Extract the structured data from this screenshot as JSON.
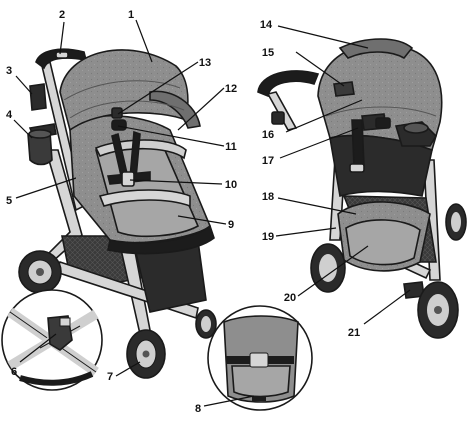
{
  "colors": {
    "fabric": "#8e8e8e",
    "fabric_dark": "#6f6f6f",
    "fabric_light": "#a9a9a9",
    "frame": "#d6d6d6",
    "black": "#1c1c1c",
    "tire": "#2a2a2a",
    "hub": "#cfcfcf"
  },
  "callouts": [
    {
      "id": "c1",
      "number": "1"
    },
    {
      "id": "c2",
      "number": "2"
    },
    {
      "id": "c3",
      "number": "3"
    },
    {
      "id": "c4",
      "number": "4"
    },
    {
      "id": "c5",
      "number": "5"
    },
    {
      "id": "c6",
      "number": "6"
    },
    {
      "id": "c7",
      "number": "7"
    },
    {
      "id": "c8",
      "number": "8"
    },
    {
      "id": "c9",
      "number": "9"
    },
    {
      "id": "c10",
      "number": "10"
    },
    {
      "id": "c11",
      "number": "11"
    },
    {
      "id": "c12",
      "number": "12"
    },
    {
      "id": "c13",
      "number": "13"
    },
    {
      "id": "c14",
      "number": "14"
    },
    {
      "id": "c15",
      "number": "15"
    },
    {
      "id": "c16",
      "number": "16"
    },
    {
      "id": "c17",
      "number": "17"
    },
    {
      "id": "c18",
      "number": "18"
    },
    {
      "id": "c19",
      "number": "19"
    },
    {
      "id": "c20",
      "number": "20"
    },
    {
      "id": "c21",
      "number": "21"
    }
  ]
}
